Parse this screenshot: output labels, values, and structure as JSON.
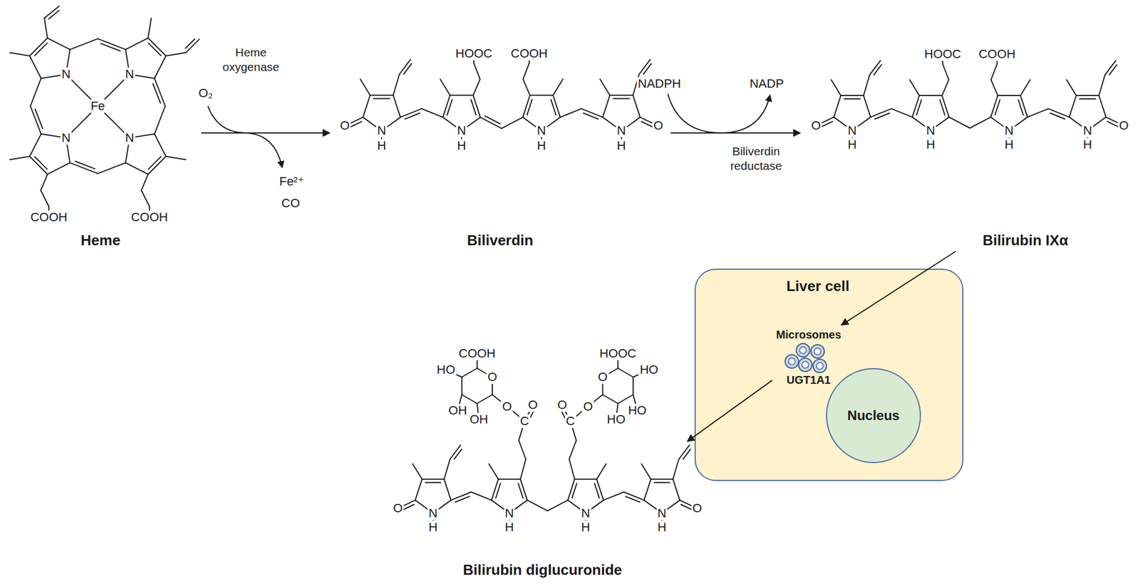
{
  "diagram": {
    "nodes": [
      {
        "text": [
          "Heme"
        ]
      },
      {
        "text": [
          "Biliverdin"
        ]
      },
      {
        "text": [
          "Bilirubin IXα"
        ]
      },
      {
        "text": [
          "Liver cell"
        ]
      },
      {
        "text": [
          "Microsomes",
          "UGT1A1"
        ],
        "in": 3
      },
      {
        "text": [
          "Nucleus"
        ],
        "in": 3
      },
      {
        "text": [
          "Bilirubin diglucuronide"
        ]
      }
    ],
    "edges": [
      {
        "from": 0,
        "to": 1,
        "arrow": "to",
        "label": "Heme oxygenase"
      },
      {
        "from": 1,
        "to": 2,
        "arrow": "to",
        "label": "Biliverdin reductase"
      },
      {
        "from": 2,
        "to": 4,
        "arrow": "to"
      },
      {
        "from": 4,
        "to": 6,
        "arrow": "to"
      }
    ],
    "labels": [
      "O₂",
      "Fe²⁺",
      "CO",
      "NADPH",
      "NADP",
      "N",
      "N",
      "N",
      "N",
      "Fe",
      "COOH",
      "COOH",
      "HOOC",
      "COOH",
      "O",
      "N",
      "H",
      "N",
      "H",
      "N",
      "H",
      "N",
      "H",
      "O",
      "HOOC",
      "COOH",
      "O",
      "N",
      "H",
      "N",
      "H",
      "N",
      "H",
      "N",
      "H",
      "O",
      "COOH",
      "O",
      "O",
      "C",
      "O",
      "HO",
      "OH",
      "OH",
      "O",
      "C",
      "O",
      "O",
      "HOOC",
      "HO",
      "HO",
      "HO",
      "O",
      "N",
      "H",
      "N",
      "H",
      "N",
      "H",
      "N",
      "H",
      "O"
    ]
  }
}
